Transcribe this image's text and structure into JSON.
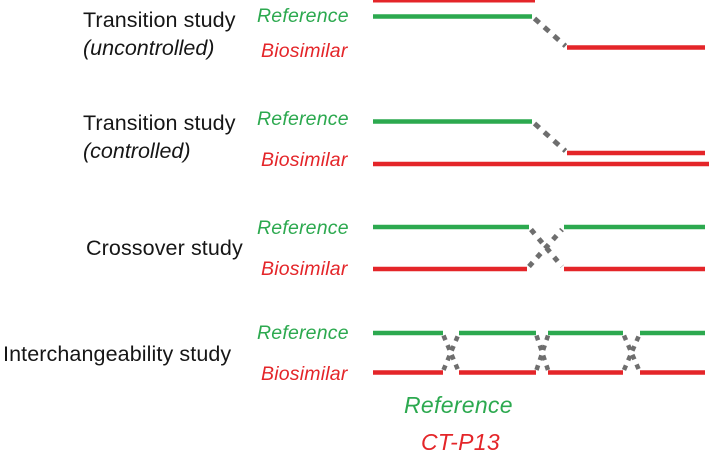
{
  "colors": {
    "reference_green": "#2ca94f",
    "biosimilar_red": "#e42529",
    "switch_gray": "#6e6e6e",
    "label_black": "#161616",
    "bg_white": "#ffffff"
  },
  "rows": [
    {
      "title_line1": "Transition study",
      "title_line2": "(uncontrolled)",
      "arm_top": "Reference",
      "arm_bottom": "Biosimilar"
    },
    {
      "title_line1": "Transition study",
      "title_line2": "(controlled)",
      "arm_top": "Reference",
      "arm_bottom": "Biosimilar"
    },
    {
      "title_line1": "Crossover study",
      "arm_top": "Reference",
      "arm_bottom": "Biosimilar"
    },
    {
      "title_line1": "Interchangeability study",
      "arm_top": "Reference",
      "arm_bottom": "Biosimilar"
    }
  ],
  "legend": {
    "reference": "Reference",
    "biosimilar": "CT-P13"
  }
}
